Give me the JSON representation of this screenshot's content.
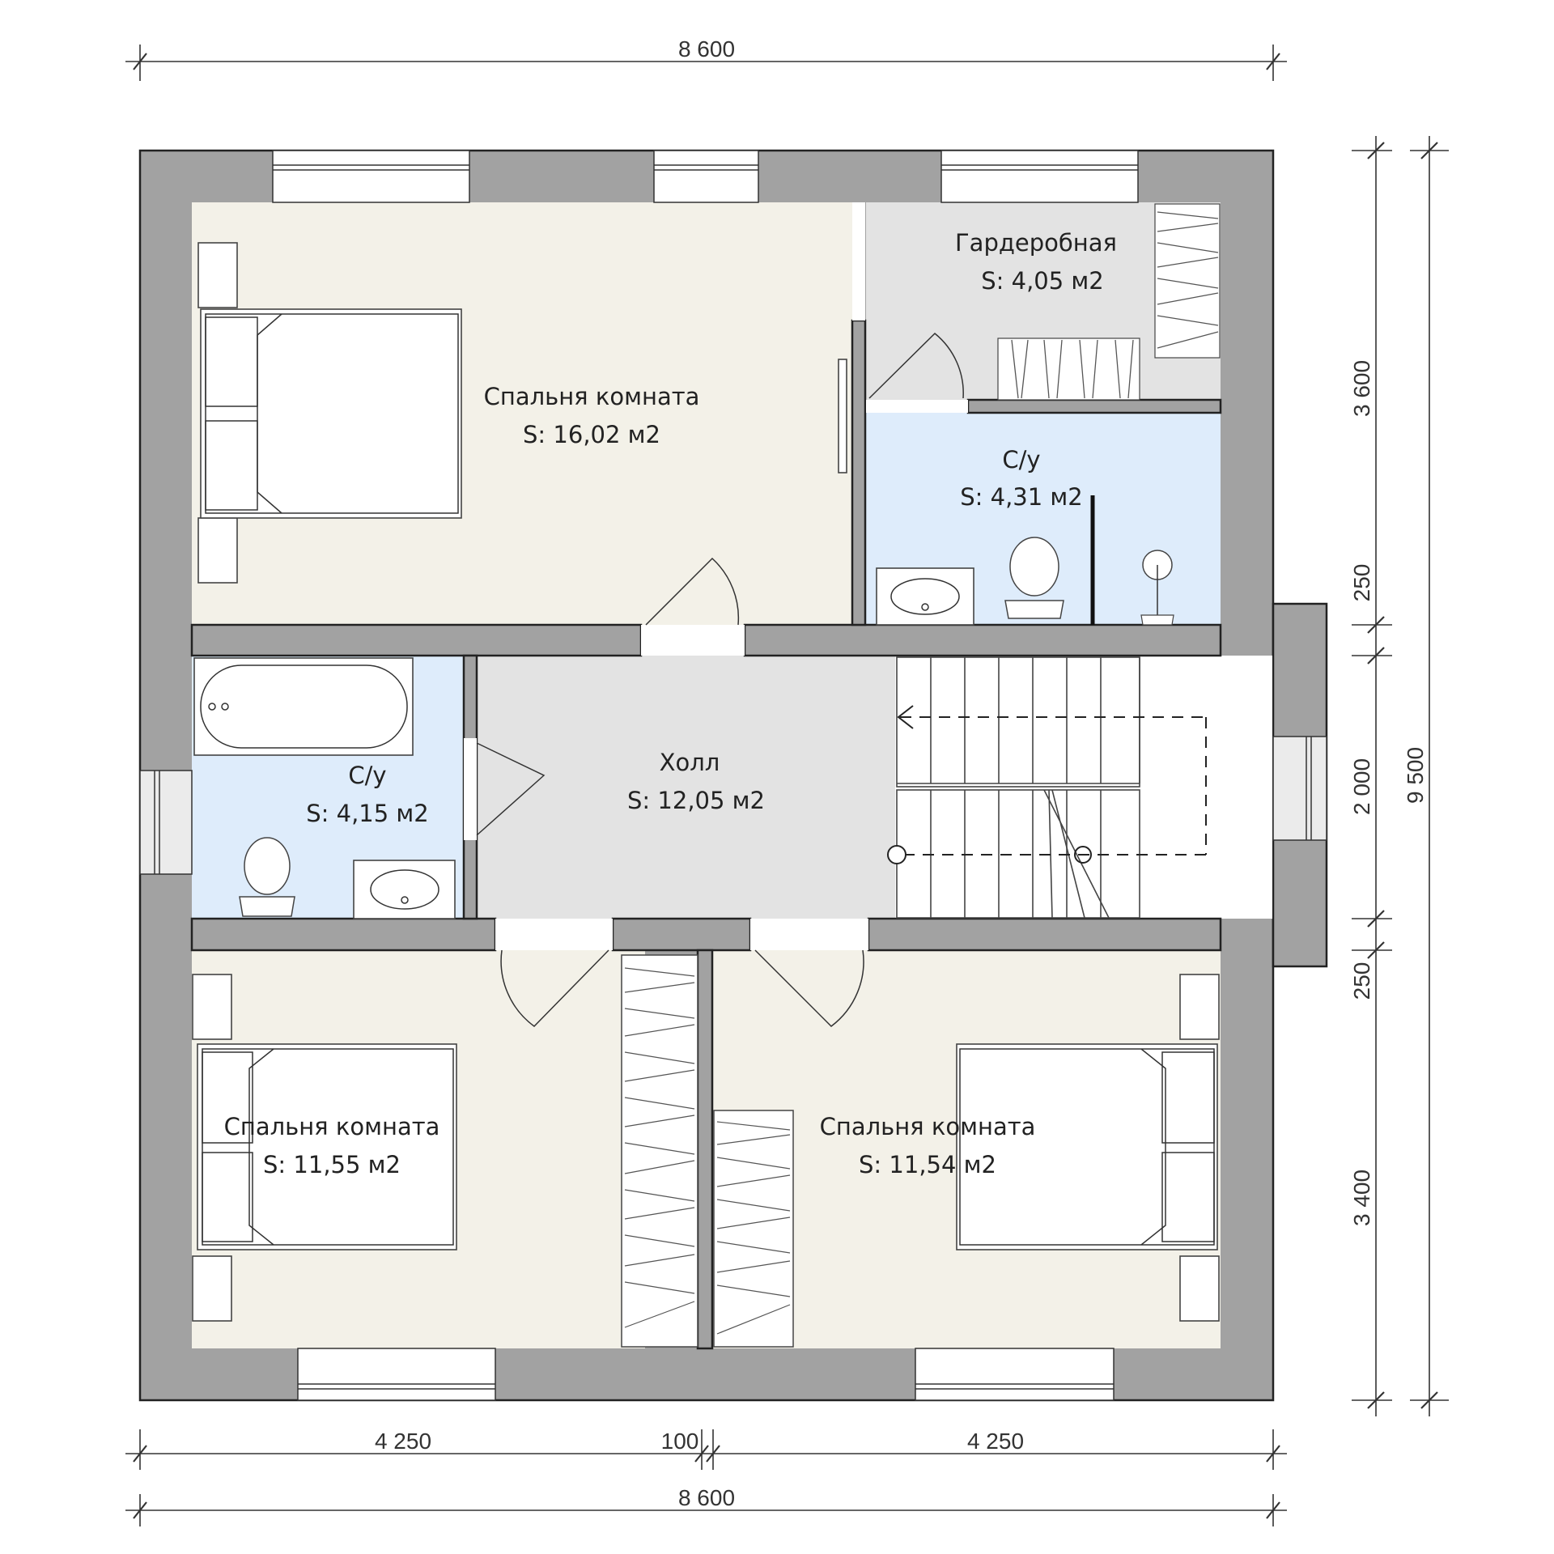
{
  "plan": {
    "rooms": [
      {
        "name": "Спальня комната",
        "area": "S: 16,02 м2"
      },
      {
        "name": "Гардеробная",
        "area": "S: 4,05 м2"
      },
      {
        "name": "С/у",
        "area": "S: 4,31 м2"
      },
      {
        "name": "С/у",
        "area": "S: 4,15 м2"
      },
      {
        "name": "Холл",
        "area": "S: 12,05 м2"
      },
      {
        "name": "Спальня комната",
        "area": "S: 11,55 м2"
      },
      {
        "name": "Спальня комната",
        "area": "S: 11,54 м2"
      }
    ],
    "dimensions": {
      "top_total": "8 600",
      "bottom_left": "4 250",
      "bottom_mid": "100",
      "bottom_right": "4 250",
      "bottom_total": "8 600",
      "right_1": "3 600",
      "right_2": "250",
      "right_3": "2 000",
      "right_4": "250",
      "right_5": "3 400",
      "right_total": "9 500"
    },
    "colors": {
      "wall": "#a2a2a2",
      "bedroom_floor": "#f3f1e8",
      "bath_floor": "#deecfb",
      "hall_floor": "#e3e3e3",
      "wardrobe_floor": "#e3e3e3"
    }
  }
}
